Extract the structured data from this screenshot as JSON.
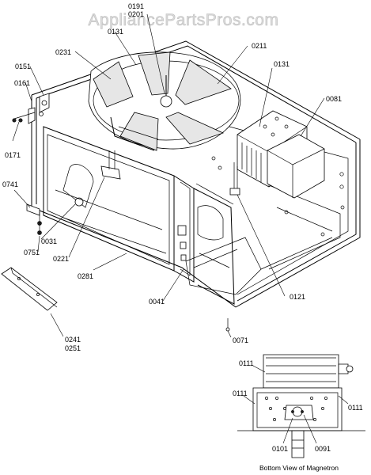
{
  "watermark": "AppliancePartsPros.com",
  "callouts": {
    "c0191": "0191",
    "c0201": "0201",
    "c0131_fan": "0131",
    "c0231": "0231",
    "c0211": "0211",
    "c0131_mag": "0131",
    "c0151": "0151",
    "c0161": "0161",
    "c0081": "0081",
    "c0171": "0171",
    "c0741": "0741",
    "c0031": "0031",
    "c0751": "0751",
    "c0221": "0221",
    "c0281": "0281",
    "c0041": "0041",
    "c0121": "0121",
    "c0241": "0241",
    "c0251": "0251",
    "c0071": "0071",
    "c0111_top": "0111",
    "c0111_left": "0111",
    "c0111_right": "0111",
    "c0101": "0101",
    "c0091": "0091"
  },
  "inset_caption": "Bottom View of Magnetron"
}
